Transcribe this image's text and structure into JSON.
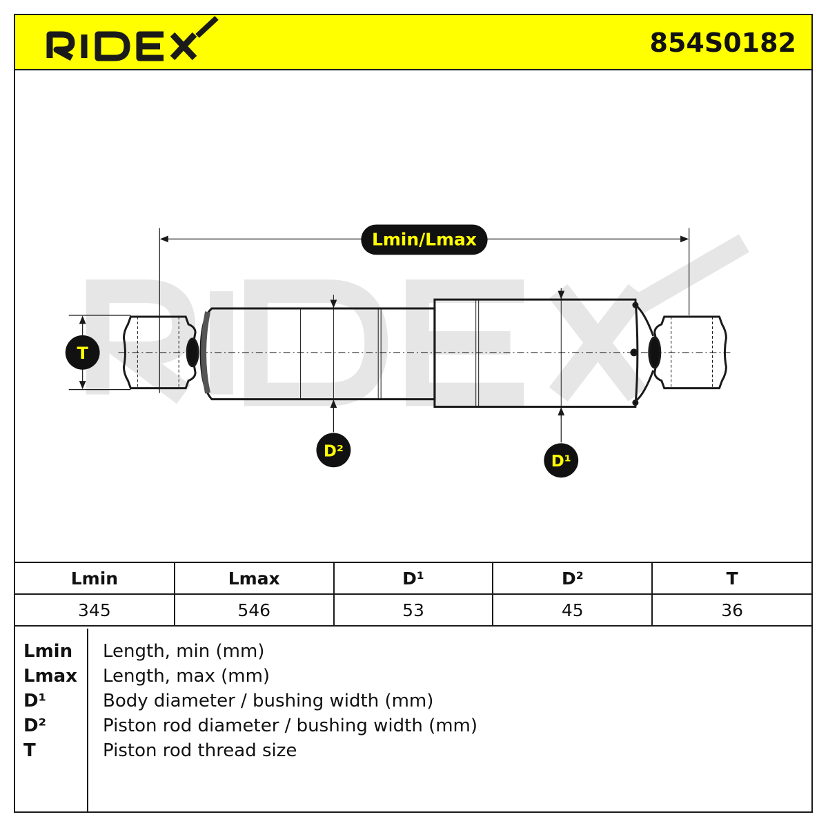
{
  "header": {
    "brand": "RIDEX",
    "part_number": "854S0182"
  },
  "colors": {
    "accent": "#ffff00",
    "ink": "#1a1a1a",
    "watermark": "#e6e6e6"
  },
  "diagram": {
    "labels": {
      "length": "Lmin/Lmax",
      "thread": "T",
      "d1": "D¹",
      "d2": "D²"
    }
  },
  "table": {
    "headers": [
      "Lmin",
      "Lmax",
      "D¹",
      "D²",
      "T"
    ],
    "values": [
      "345",
      "546",
      "53",
      "45",
      "36"
    ]
  },
  "legend": [
    {
      "key": "Lmin",
      "desc": "Length, min (mm)"
    },
    {
      "key": "Lmax",
      "desc": "Length, max (mm)"
    },
    {
      "key": "D¹",
      "desc": "Body diameter / bushing width (mm)"
    },
    {
      "key": "D²",
      "desc": "Piston rod diameter / bushing width (mm)"
    },
    {
      "key": "T",
      "desc": "Piston rod thread size"
    }
  ]
}
